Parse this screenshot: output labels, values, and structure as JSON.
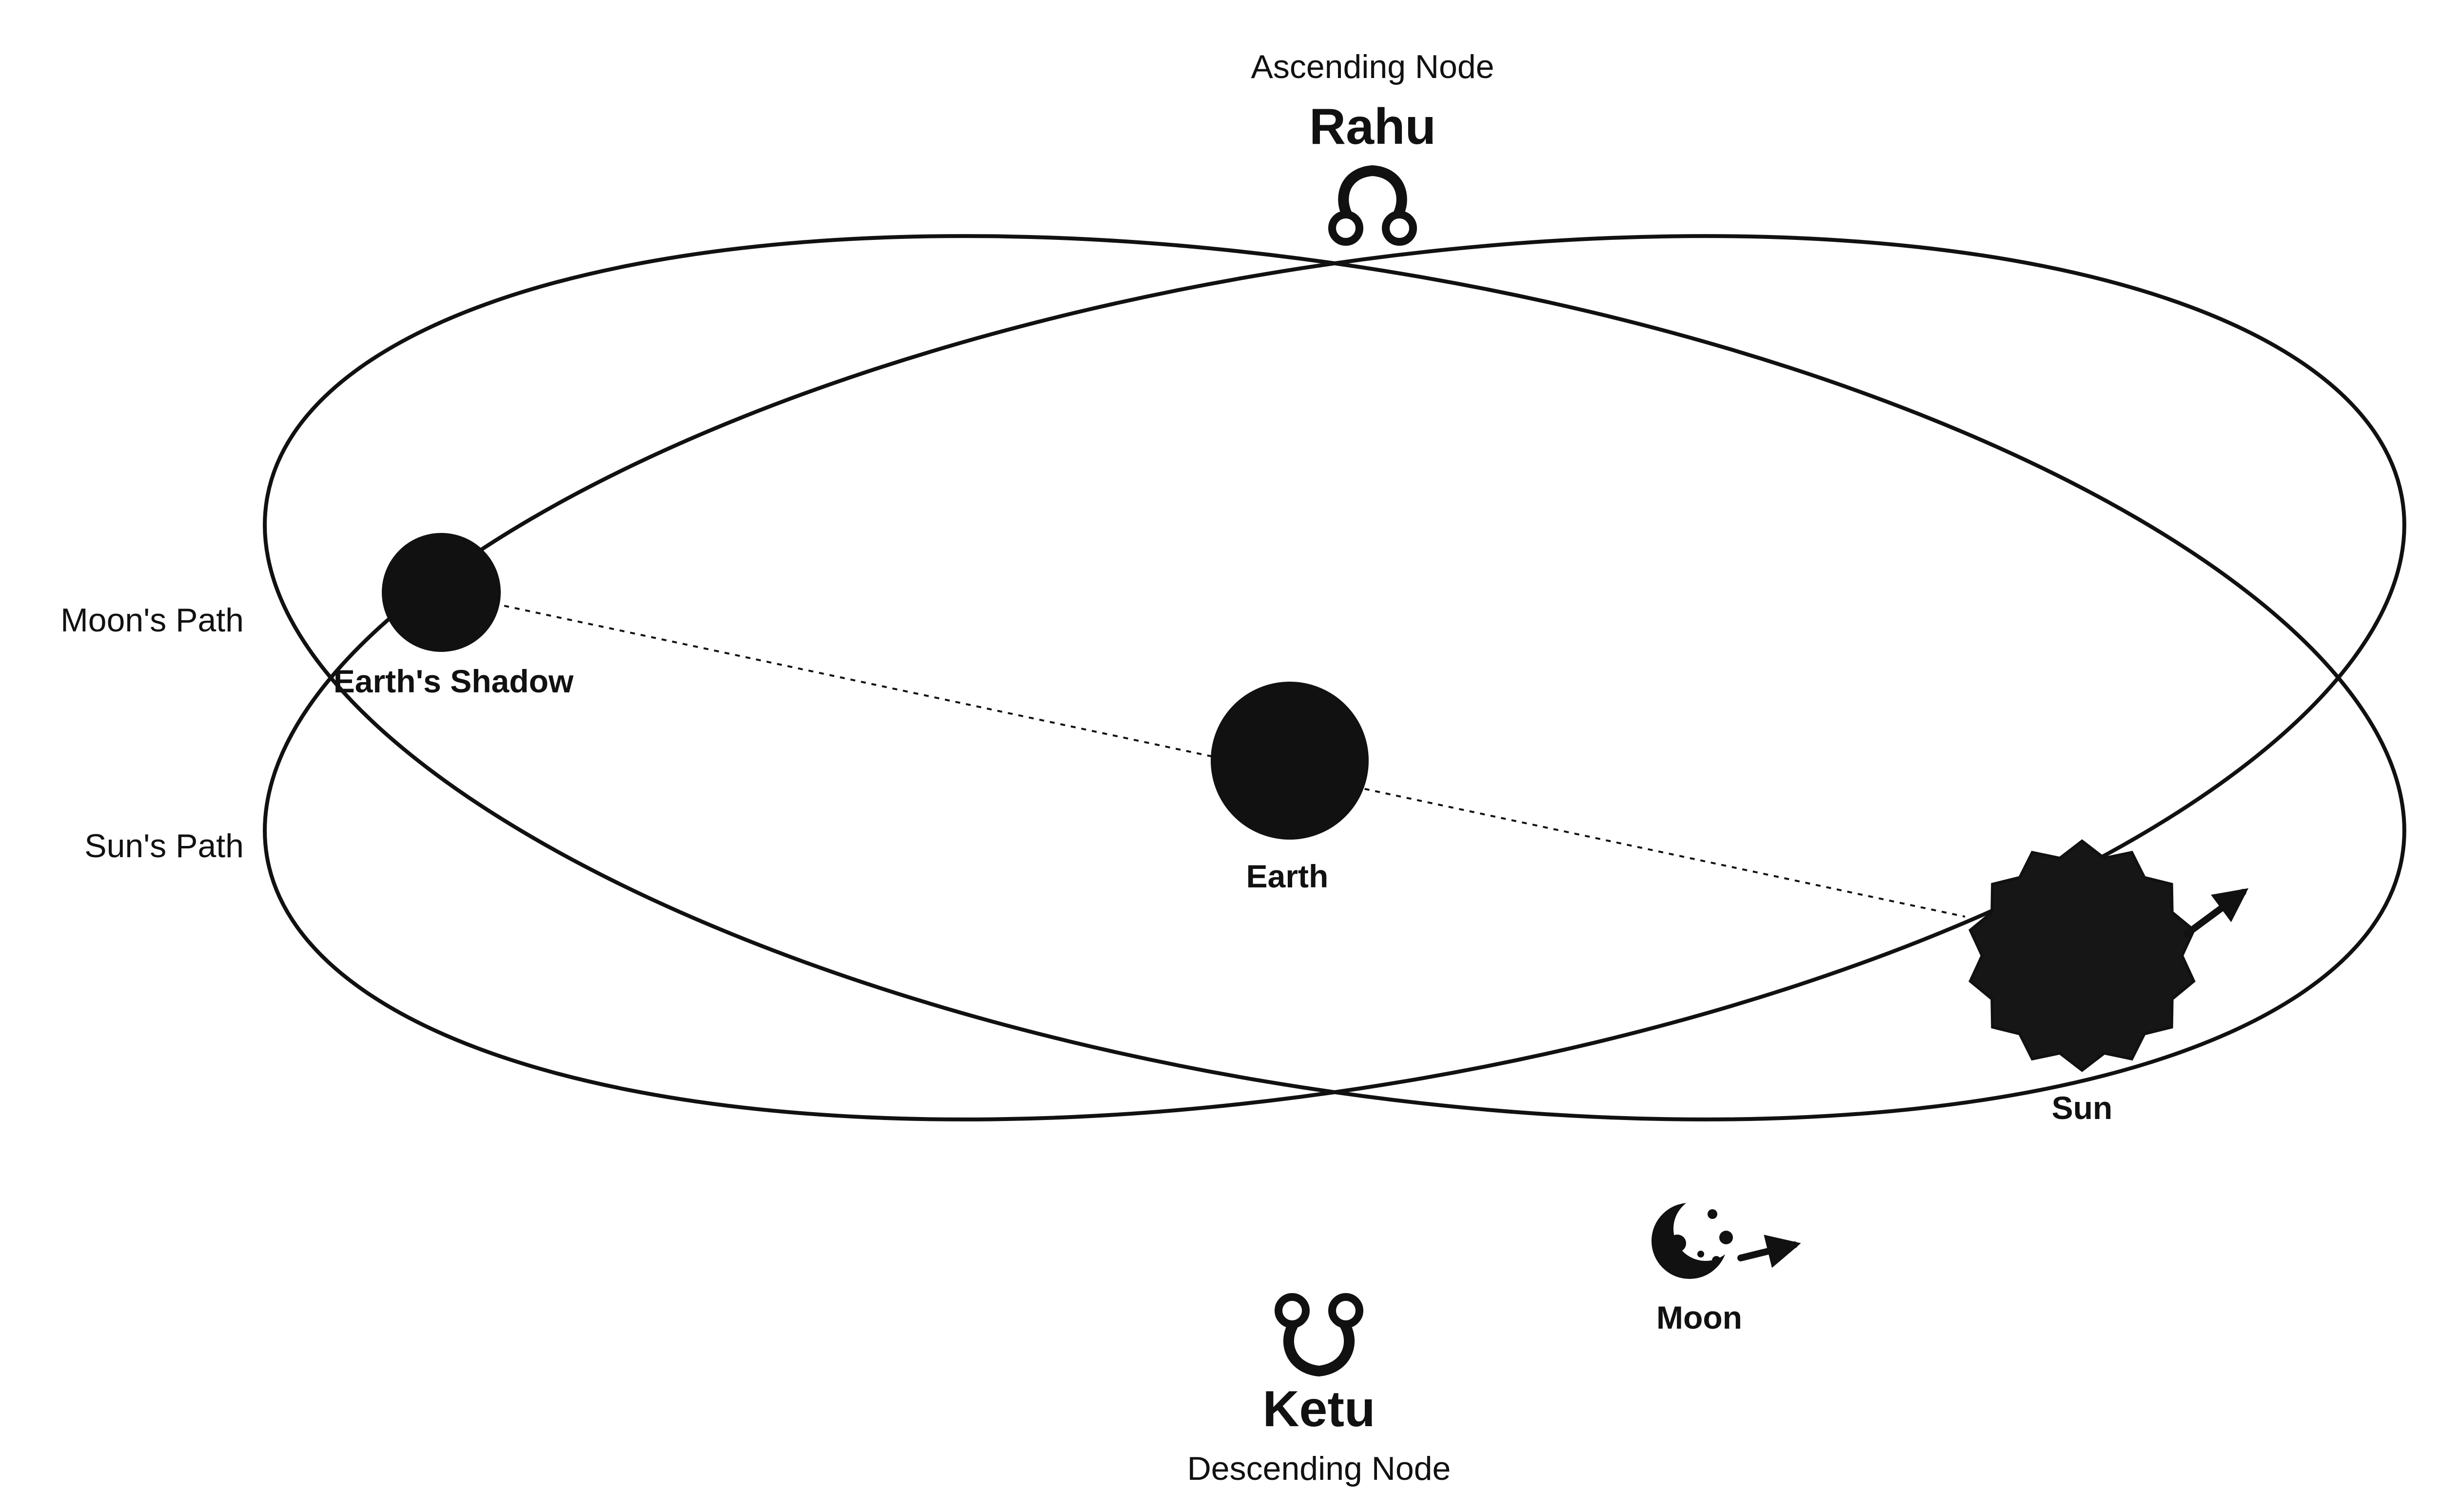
{
  "nodes": {
    "ascending": {
      "caption": "Ascending Node",
      "name": "Rahu",
      "symbol": "☊"
    },
    "descending": {
      "caption": "Descending Node",
      "name": "Ketu",
      "symbol": "☋"
    }
  },
  "paths": {
    "moon_path": "Moon's Path",
    "sun_path": "Sun's Path"
  },
  "bodies": {
    "earth_shadow": "Earth's Shadow",
    "earth": "Earth",
    "sun": "Sun",
    "moon": "Moon"
  },
  "colors": {
    "ink": "#111111",
    "background": "#ffffff"
  }
}
